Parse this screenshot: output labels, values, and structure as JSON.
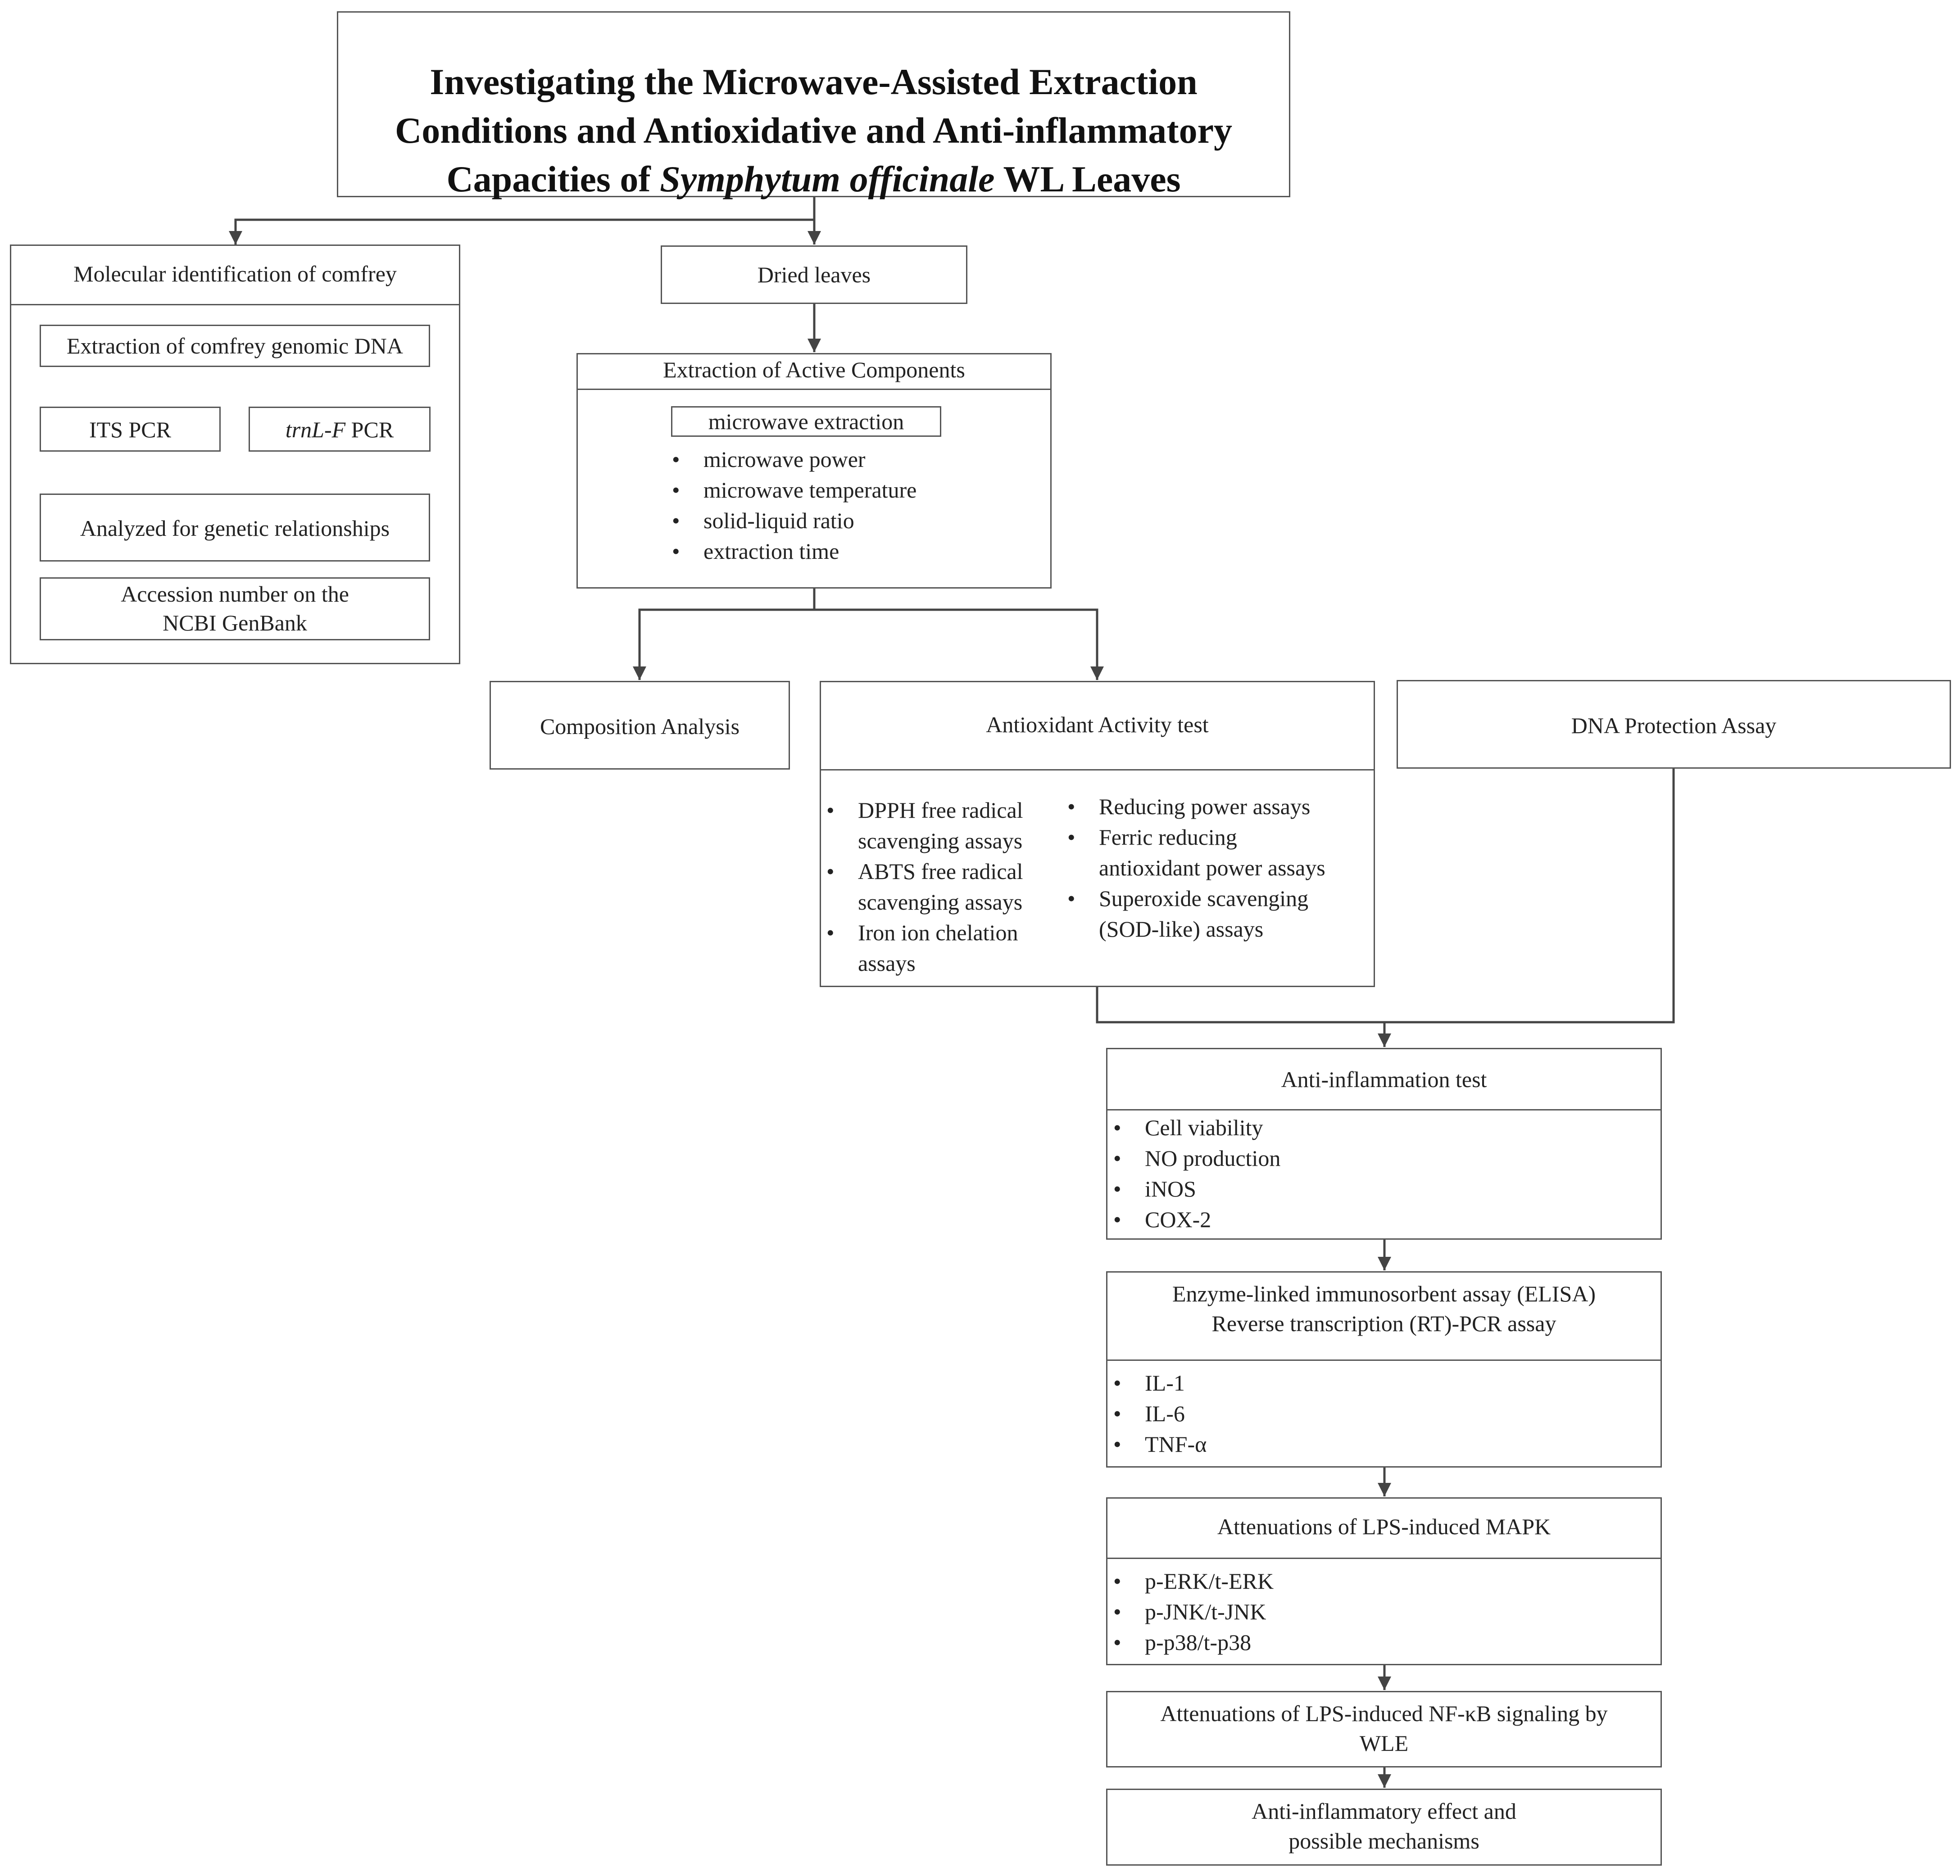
{
  "title": {
    "line1": "Investigating the Microwave-Assisted Extraction",
    "line2": "Conditions and Antioxidative and Anti-inflammatory",
    "line3_pre": "Capacities of ",
    "line3_italic": "Symphytum officinale",
    "line3_post": " WL Leaves"
  },
  "molecular": {
    "header": "Molecular identification of comfrey",
    "dna_extraction": "Extraction of comfrey genomic DNA",
    "its_pcr": "ITS PCR",
    "trnl_italic": "trnL-F",
    "trnl_suffix": " PCR",
    "analyzed": "Analyzed for genetic relationships",
    "accession_line1": "Accession number on the",
    "accession_line2": "NCBI GenBank"
  },
  "dried_leaves": "Dried leaves",
  "extraction": {
    "header": "Extraction of Active Components",
    "method": "microwave extraction",
    "params": [
      "microwave power",
      "microwave temperature",
      "solid-liquid ratio",
      "extraction time"
    ]
  },
  "composition": "Composition Analysis",
  "antioxidant": {
    "header": "Antioxidant Activity test",
    "left_items": [
      {
        "line1": "DPPH free radical",
        "line2": "scavenging assays"
      },
      {
        "line1": "ABTS free radical",
        "line2": "scavenging assays"
      },
      {
        "line1": "Iron ion chelation",
        "line2": "assays"
      }
    ],
    "right_items": [
      {
        "line1": "Reducing power assays",
        "line2": ""
      },
      {
        "line1": "Ferric reducing",
        "line2": "antioxidant power  assays"
      },
      {
        "line1": "Superoxide scavenging",
        "line2": "(SOD-like) assays"
      }
    ]
  },
  "dna_protection": "DNA Protection Assay",
  "anti_inflammation": {
    "header": "Anti-inflammation test",
    "items": [
      "Cell viability",
      "NO production",
      "iNOS",
      "COX-2"
    ]
  },
  "elisa": {
    "header_line1": "Enzyme-linked immunosorbent assay (ELISA)",
    "header_line2": "Reverse transcription (RT)-PCR assay",
    "items": [
      "IL-1",
      "IL-6",
      "TNF-α"
    ]
  },
  "mapk": {
    "header": "Attenuations of LPS-induced MAPK",
    "items": [
      "p-ERK/t-ERK",
      "p-JNK/t-JNK",
      "p-p38/t-p38"
    ]
  },
  "nfkb": {
    "line1": "Attenuations of LPS-induced NF-κB signaling by",
    "line2": "WLE"
  },
  "conclusion": {
    "line1": "Anti-inflammatory effect and",
    "line2": "possible mechanisms"
  },
  "colors": {
    "line": "#444444",
    "border": "#555555",
    "text": "#222222"
  }
}
